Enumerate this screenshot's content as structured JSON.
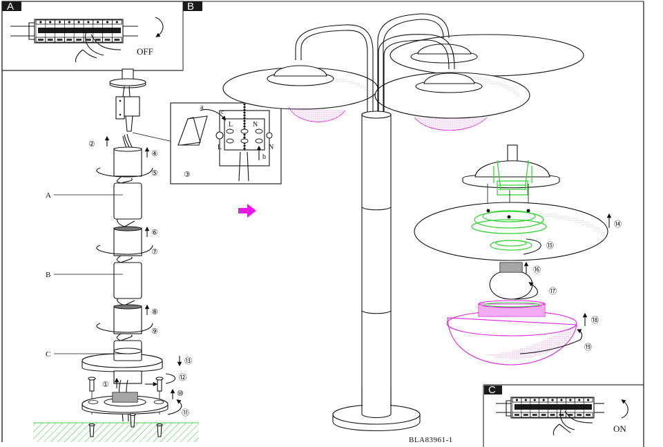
{
  "document": {
    "code": "BLA83961-1"
  },
  "panels": {
    "a": {
      "tag": "A",
      "instruction": "OFF"
    },
    "b": {
      "tag": "B"
    },
    "c": {
      "tag": "C",
      "instruction": "ON"
    }
  },
  "parts": {
    "a": "A",
    "b": "B",
    "c": "C"
  },
  "wiring_inset": {
    "step": "③",
    "labels": {
      "a": "a",
      "b": "b",
      "c": "c",
      "L_top": "L",
      "N_top": "N",
      "L_bottom": "L",
      "N_bottom": "N"
    }
  },
  "steps": {
    "s1": "①",
    "s2": "②",
    "s4": "④",
    "s5": "⑤",
    "s6": "⑥",
    "s7": "⑦",
    "s8": "⑧",
    "s9": "⑨",
    "s10": "⑩",
    "s11": "⑪",
    "s12": "⑫",
    "s13": "⑬",
    "s14": "⑭",
    "s15": "⑮",
    "s16": "⑯",
    "s17": "⑰",
    "s18": "⑱",
    "s19": "⑲"
  },
  "colors": {
    "line": "#111111",
    "highlight_green": "#36d436",
    "highlight_magenta": "#e020e0",
    "ground_hatch": "#4fc44f",
    "tag_bg": "#1a1a1a"
  }
}
